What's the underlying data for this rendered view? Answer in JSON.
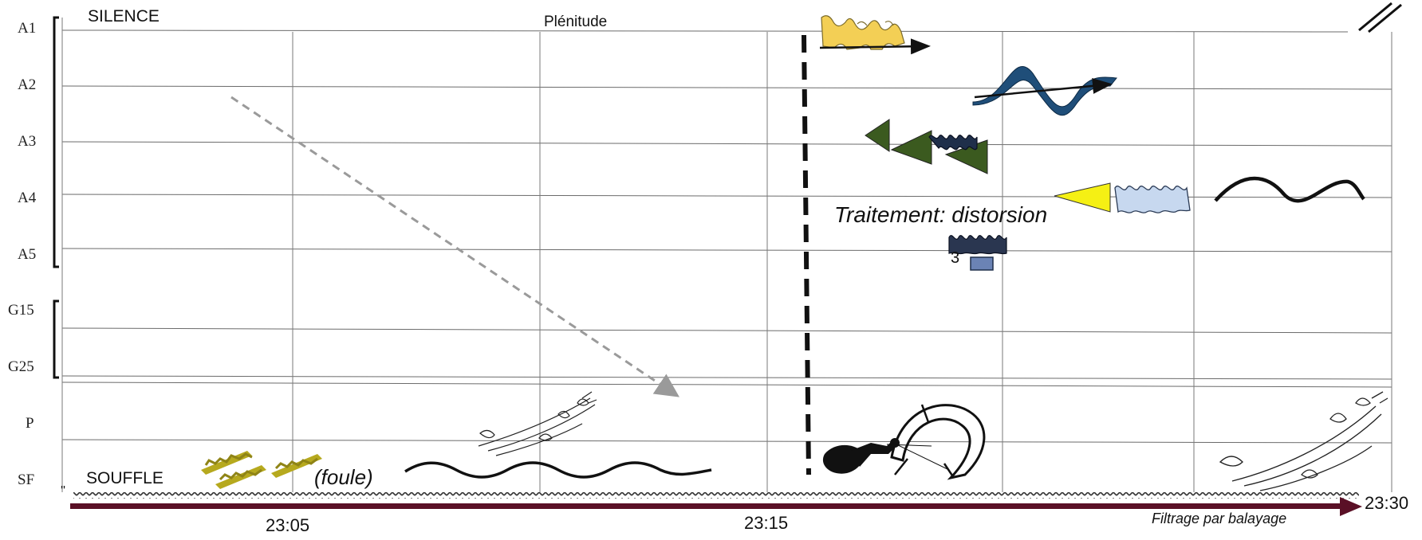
{
  "lanes": [
    "A1",
    "A2",
    "A3",
    "A4",
    "A5",
    "G15",
    "G25",
    "P",
    "SF"
  ],
  "texts": {
    "silence": "SILENCE",
    "plenitude": "Plénitude",
    "souffle": "SOUFFLE",
    "foule": "(foule)",
    "traitement": "Traitement: distorsion",
    "filtrage": "Filtrage par balayage",
    "number_mark": "3"
  },
  "timeline": {
    "t1": "23:05",
    "t2": "23:15",
    "t3": "23:30"
  },
  "colors": {
    "timeline_arrow": "#5a1026",
    "gold_blobs": "#f3cf55",
    "wave_blue": "#1f4e79",
    "triangle_green": "#3b5a1f",
    "triangle_yellow": "#f5f014",
    "texture_olive": "#b6a91e",
    "dashed_arrow": "#9a9a9a"
  }
}
